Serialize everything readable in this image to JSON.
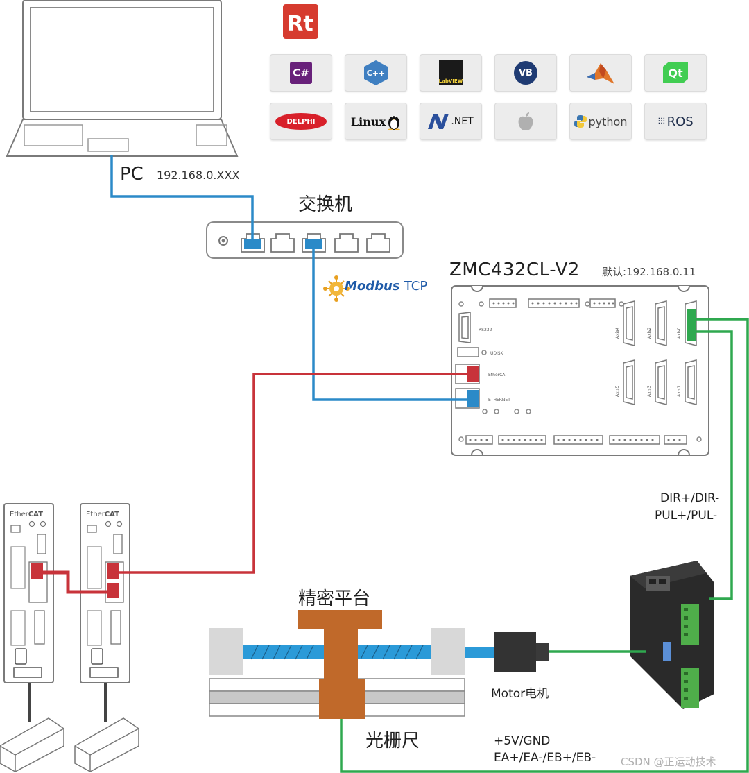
{
  "pc": {
    "label": "PC",
    "ip": "192.168.0.XXX"
  },
  "switch": {
    "label": "交换机"
  },
  "protocol": {
    "name": "Modbus",
    "suffix": "TCP"
  },
  "controller": {
    "model": "ZMC432CL-V2",
    "default_ip": "默认:192.168.0.11",
    "ports": {
      "rs232": "RS232",
      "udisk": "UDISK",
      "ethercat": "EtherCAT",
      "ethernet": "ETHERNET"
    },
    "axes": [
      "Axis4",
      "Axis2",
      "Axis0",
      "Axis5",
      "Axis3",
      "Axis1"
    ]
  },
  "drive_brand": {
    "prefix": "Ether",
    "suffix": "CAT"
  },
  "stage": {
    "label": "精密平台"
  },
  "grating": {
    "label": "光栅尺"
  },
  "motor": {
    "label": "Motor电机"
  },
  "signals": {
    "dir": "DIR+/DIR-",
    "pul": "PUL+/PUL-",
    "enc_power": "+5V/GND",
    "enc_signals": "EA+/EA-/EB+/EB-"
  },
  "languages": [
    {
      "name": "C#"
    },
    {
      "name": "C++"
    },
    {
      "name": "LabVIEW"
    },
    {
      "name": "VB"
    },
    {
      "name": "MATLAB"
    },
    {
      "name": "Qt"
    },
    {
      "name": "DELPHI"
    },
    {
      "name": "Linux"
    },
    {
      "name": ".NET"
    },
    {
      "name": "Apple"
    },
    {
      "name": "python"
    },
    {
      "name": "ROS"
    }
  ],
  "watermark": "CSDN @正运动技术",
  "colors": {
    "ethernet": "#2b8ac8",
    "ethercat": "#c8333a",
    "pulse": "#2fa84f",
    "stage": "#c0692a"
  }
}
